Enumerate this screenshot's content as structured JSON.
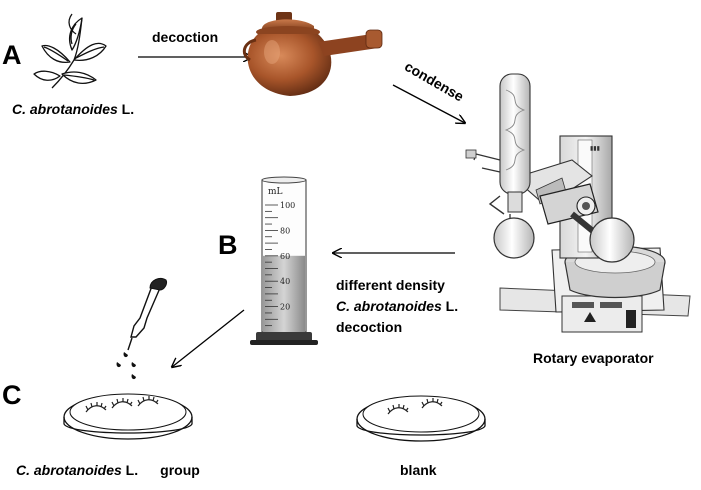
{
  "panels": {
    "a": "A",
    "b": "B",
    "c": "C"
  },
  "plant": {
    "name_italic": "C. abrotanoides",
    "name_suffix": " L."
  },
  "steps": {
    "decoction": "decoction",
    "condense": "condense"
  },
  "evaporator": {
    "label": "Rotary evaporator"
  },
  "cylinder": {
    "unit": "mL",
    "ticks": [
      "100",
      "80",
      "60",
      "40",
      "20"
    ],
    "fill_level_ml": 60
  },
  "density_text": {
    "line1": "different density",
    "line2_italic": "C. abrotanoides",
    "line2_suffix": " L.",
    "line3": "decoction"
  },
  "dishes": {
    "group_italic": "C. abrotanoides",
    "group_suffix": " L.",
    "group_word": "group",
    "blank": "blank"
  }
}
